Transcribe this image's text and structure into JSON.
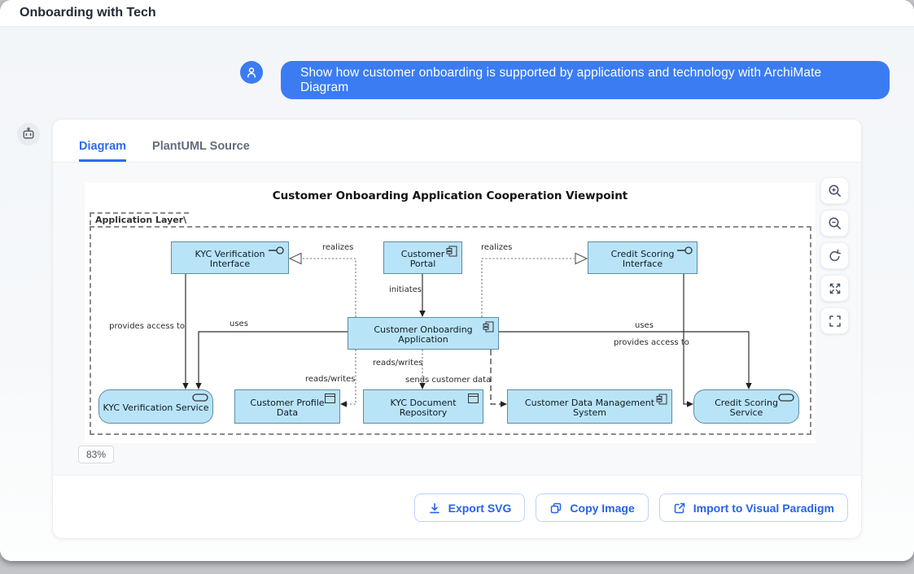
{
  "window": {
    "title": "Onboarding with Tech"
  },
  "chat": {
    "user_message": "Show how customer onboarding is supported by applications and technology with ArchiMate Diagram"
  },
  "panel": {
    "tabs": [
      {
        "label": "Diagram",
        "active": true
      },
      {
        "label": "PlantUML Source",
        "active": false
      }
    ],
    "zoom_level": "83%",
    "controls": [
      {
        "name": "zoom-in"
      },
      {
        "name": "zoom-out"
      },
      {
        "name": "reset-view"
      },
      {
        "name": "expand"
      },
      {
        "name": "fit-screen"
      }
    ],
    "actions": [
      {
        "label": "Export SVG",
        "icon": "download-icon"
      },
      {
        "label": "Copy Image",
        "icon": "copy-icon"
      },
      {
        "label": "Import to Visual Paradigm",
        "icon": "external-link-icon"
      }
    ]
  },
  "diagram": {
    "title": "Customer Onboarding Application Cooperation Viewpoint",
    "group_label": "Application Layer\\",
    "colors": {
      "node_fill": "#b9e4f8",
      "node_border": "#5d8ba3",
      "accent_blue": "#2e6bf0",
      "bubble_blue": "#3b7cf2"
    },
    "nodes": [
      {
        "id": "kyc-verification-interface",
        "label": "KYC Verification Interface",
        "type": "interface"
      },
      {
        "id": "customer-portal",
        "label": "Customer Portal",
        "type": "component"
      },
      {
        "id": "credit-scoring-interface",
        "label": "Credit Scoring Interface",
        "type": "interface"
      },
      {
        "id": "customer-onboarding-application",
        "label": "Customer Onboarding Application",
        "type": "component"
      },
      {
        "id": "kyc-verification-service",
        "label": "KYC Verification Service",
        "type": "service"
      },
      {
        "id": "customer-profile-data",
        "label": "Customer Profile Data",
        "type": "data-object"
      },
      {
        "id": "kyc-document-repository",
        "label": "KYC Document Repository",
        "type": "data-object"
      },
      {
        "id": "customer-data-management-system",
        "label": "Customer Data Management System",
        "type": "component"
      },
      {
        "id": "credit-scoring-service",
        "label": "Credit Scoring Service",
        "type": "service"
      }
    ],
    "edges": [
      {
        "from": "customer-onboarding-application",
        "to": "kyc-verification-interface",
        "label": "realizes",
        "style": "dotted-hollow-triangle"
      },
      {
        "from": "customer-onboarding-application",
        "to": "credit-scoring-interface",
        "label": "realizes",
        "style": "dotted-hollow-triangle"
      },
      {
        "from": "customer-portal",
        "to": "customer-onboarding-application",
        "label": "initiates",
        "style": "solid-arrow"
      },
      {
        "from": "customer-onboarding-application",
        "to": "kyc-verification-service",
        "label": "uses",
        "style": "solid-arrow"
      },
      {
        "from": "kyc-verification-interface",
        "to": "kyc-verification-service",
        "label": "provides access to",
        "style": "solid-arrow"
      },
      {
        "from": "customer-onboarding-application",
        "to": "credit-scoring-service",
        "label": "uses",
        "style": "solid-arrow"
      },
      {
        "from": "credit-scoring-interface",
        "to": "credit-scoring-service",
        "label": "provides access to",
        "style": "solid-arrow"
      },
      {
        "from": "customer-onboarding-application",
        "to": "customer-profile-data",
        "label": "reads/writes",
        "style": "dotted-arrow"
      },
      {
        "from": "customer-onboarding-application",
        "to": "kyc-document-repository",
        "label": "reads/writes",
        "style": "dotted-arrow"
      },
      {
        "from": "customer-onboarding-application",
        "to": "customer-data-management-system",
        "label": "sends customer data",
        "style": "dashed-arrow"
      }
    ]
  }
}
